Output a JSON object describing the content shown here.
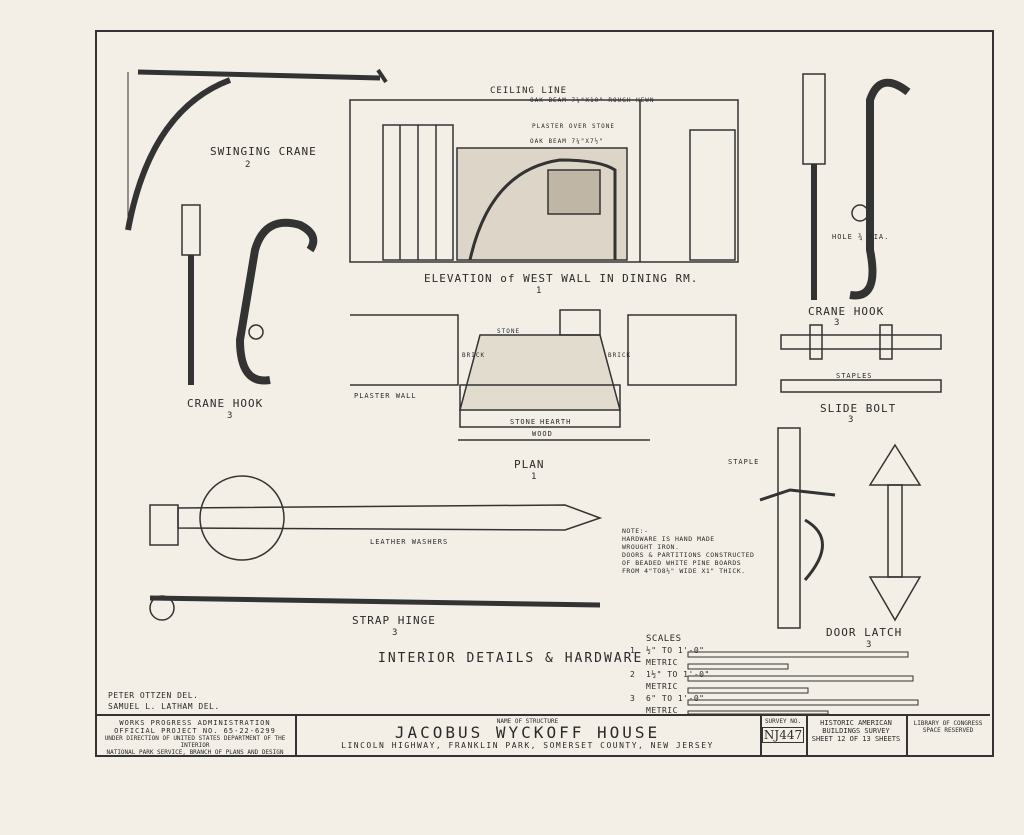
{
  "drawings": {
    "swinging_crane": {
      "title": "SWINGING CRANE",
      "num": "2"
    },
    "elevation": {
      "title": "ELEVATION of WEST WALL IN DINING RM.",
      "num": "1",
      "ceiling": "CEILING LINE",
      "notes": [
        "OAK BEAM 7¼\"X10\" ROUGH HEWN",
        "PLASTER OVER STONE",
        "OAK BEAM 7¼\"X7½\""
      ]
    },
    "crane_hook_left": {
      "title": "CRANE HOOK",
      "num": "3"
    },
    "crane_hook_right": {
      "title": "CRANE HOOK",
      "num": "3",
      "hole": "HOLE ¾ DIA."
    },
    "plan": {
      "title": "PLAN",
      "num": "1",
      "labels": [
        "STONE",
        "BRICK",
        "BRICK",
        "HEARTH",
        "STONE",
        "PLASTER WALL",
        "WOOD"
      ]
    },
    "slide_bolt": {
      "title": "SLIDE BOLT",
      "num": "3",
      "staples": "STAPLES"
    },
    "strap_hinge": {
      "title": "STRAP HINGE",
      "num": "3",
      "washers": "LEATHER WASHERS"
    },
    "door_latch": {
      "title": "DOOR LATCH",
      "num": "3",
      "staple": "STAPLE"
    }
  },
  "note": {
    "heading": "NOTE:-",
    "lines": [
      "HARDWARE IS HAND MADE",
      "WROUGHT IRON.",
      "DOORS & PARTITIONS CONSTRUCTED",
      "OF BEADED WHITE PINE BOARDS",
      "FROM 4\"TO8½\" WIDE X1\" THICK."
    ]
  },
  "sheet_title": "INTERIOR DETAILS & HARDWARE",
  "scales": {
    "heading": "SCALES",
    "rows": [
      {
        "num": "1",
        "label": "½\" TO 1'-0\"",
        "metric": "METRIC"
      },
      {
        "num": "2",
        "label": "1½\" TO 1'-0\"",
        "metric": "METRIC"
      },
      {
        "num": "3",
        "label": "6\" TO 1'-0\"",
        "metric": "METRIC"
      }
    ]
  },
  "delineators": [
    "PETER OTTZEN  DEL.",
    "SAMUEL L. LATHAM  DEL."
  ],
  "title_block": {
    "wpa": "WORKS PROGRESS ADMINISTRATION",
    "project": "OFFICIAL PROJECT NO. 65-22-6299",
    "direction": "UNDER DIRECTION OF UNITED STATES DEPARTMENT OF THE INTERIOR",
    "nps": "NATIONAL PARK SERVICE, BRANCH OF PLANS AND DESIGN",
    "name_label": "NAME OF STRUCTURE",
    "name": "JACOBUS  WYCKOFF  HOUSE",
    "location": "LINCOLN HIGHWAY, FRANKLIN PARK, SOMERSET COUNTY, NEW JERSEY",
    "survey_label": "SURVEY NO.",
    "survey_no": "NJ447",
    "habs1": "HISTORIC AMERICAN",
    "habs2": "BUILDINGS SURVEY",
    "sheet": "SHEET 12 OF 13 SHEETS",
    "loc1": "LIBRARY OF CONGRESS",
    "loc2": "SPACE RESERVED"
  }
}
